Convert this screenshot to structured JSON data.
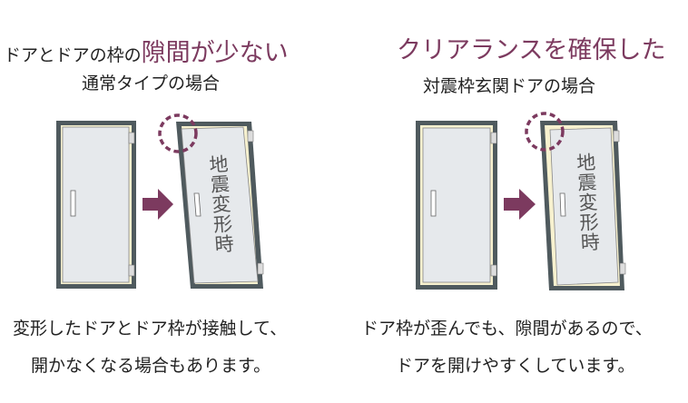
{
  "left": {
    "title_prefix": "ドアとドアの枠の",
    "title_emphasis": "隙間が少ない",
    "subtitle": "通常タイプの場合",
    "door_label": "地震変形時",
    "caption_line1": "変形したドアとドア枠が接触して、",
    "caption_line2": "開かなくなる場合もあります。"
  },
  "right": {
    "title": "クリアランスを確保した",
    "subtitle": "対震枠玄関ドアの場合",
    "door_label": "地震変形時",
    "caption_line1": "ドア枠が歪んでも、隙間があるので、",
    "caption_line2": "ドアを開けやすくしています。"
  },
  "colors": {
    "accent": "#7c3a5f",
    "frame": "#4f5a5e",
    "door": "#e6e9ec",
    "clearance": "#f7f1cf"
  }
}
